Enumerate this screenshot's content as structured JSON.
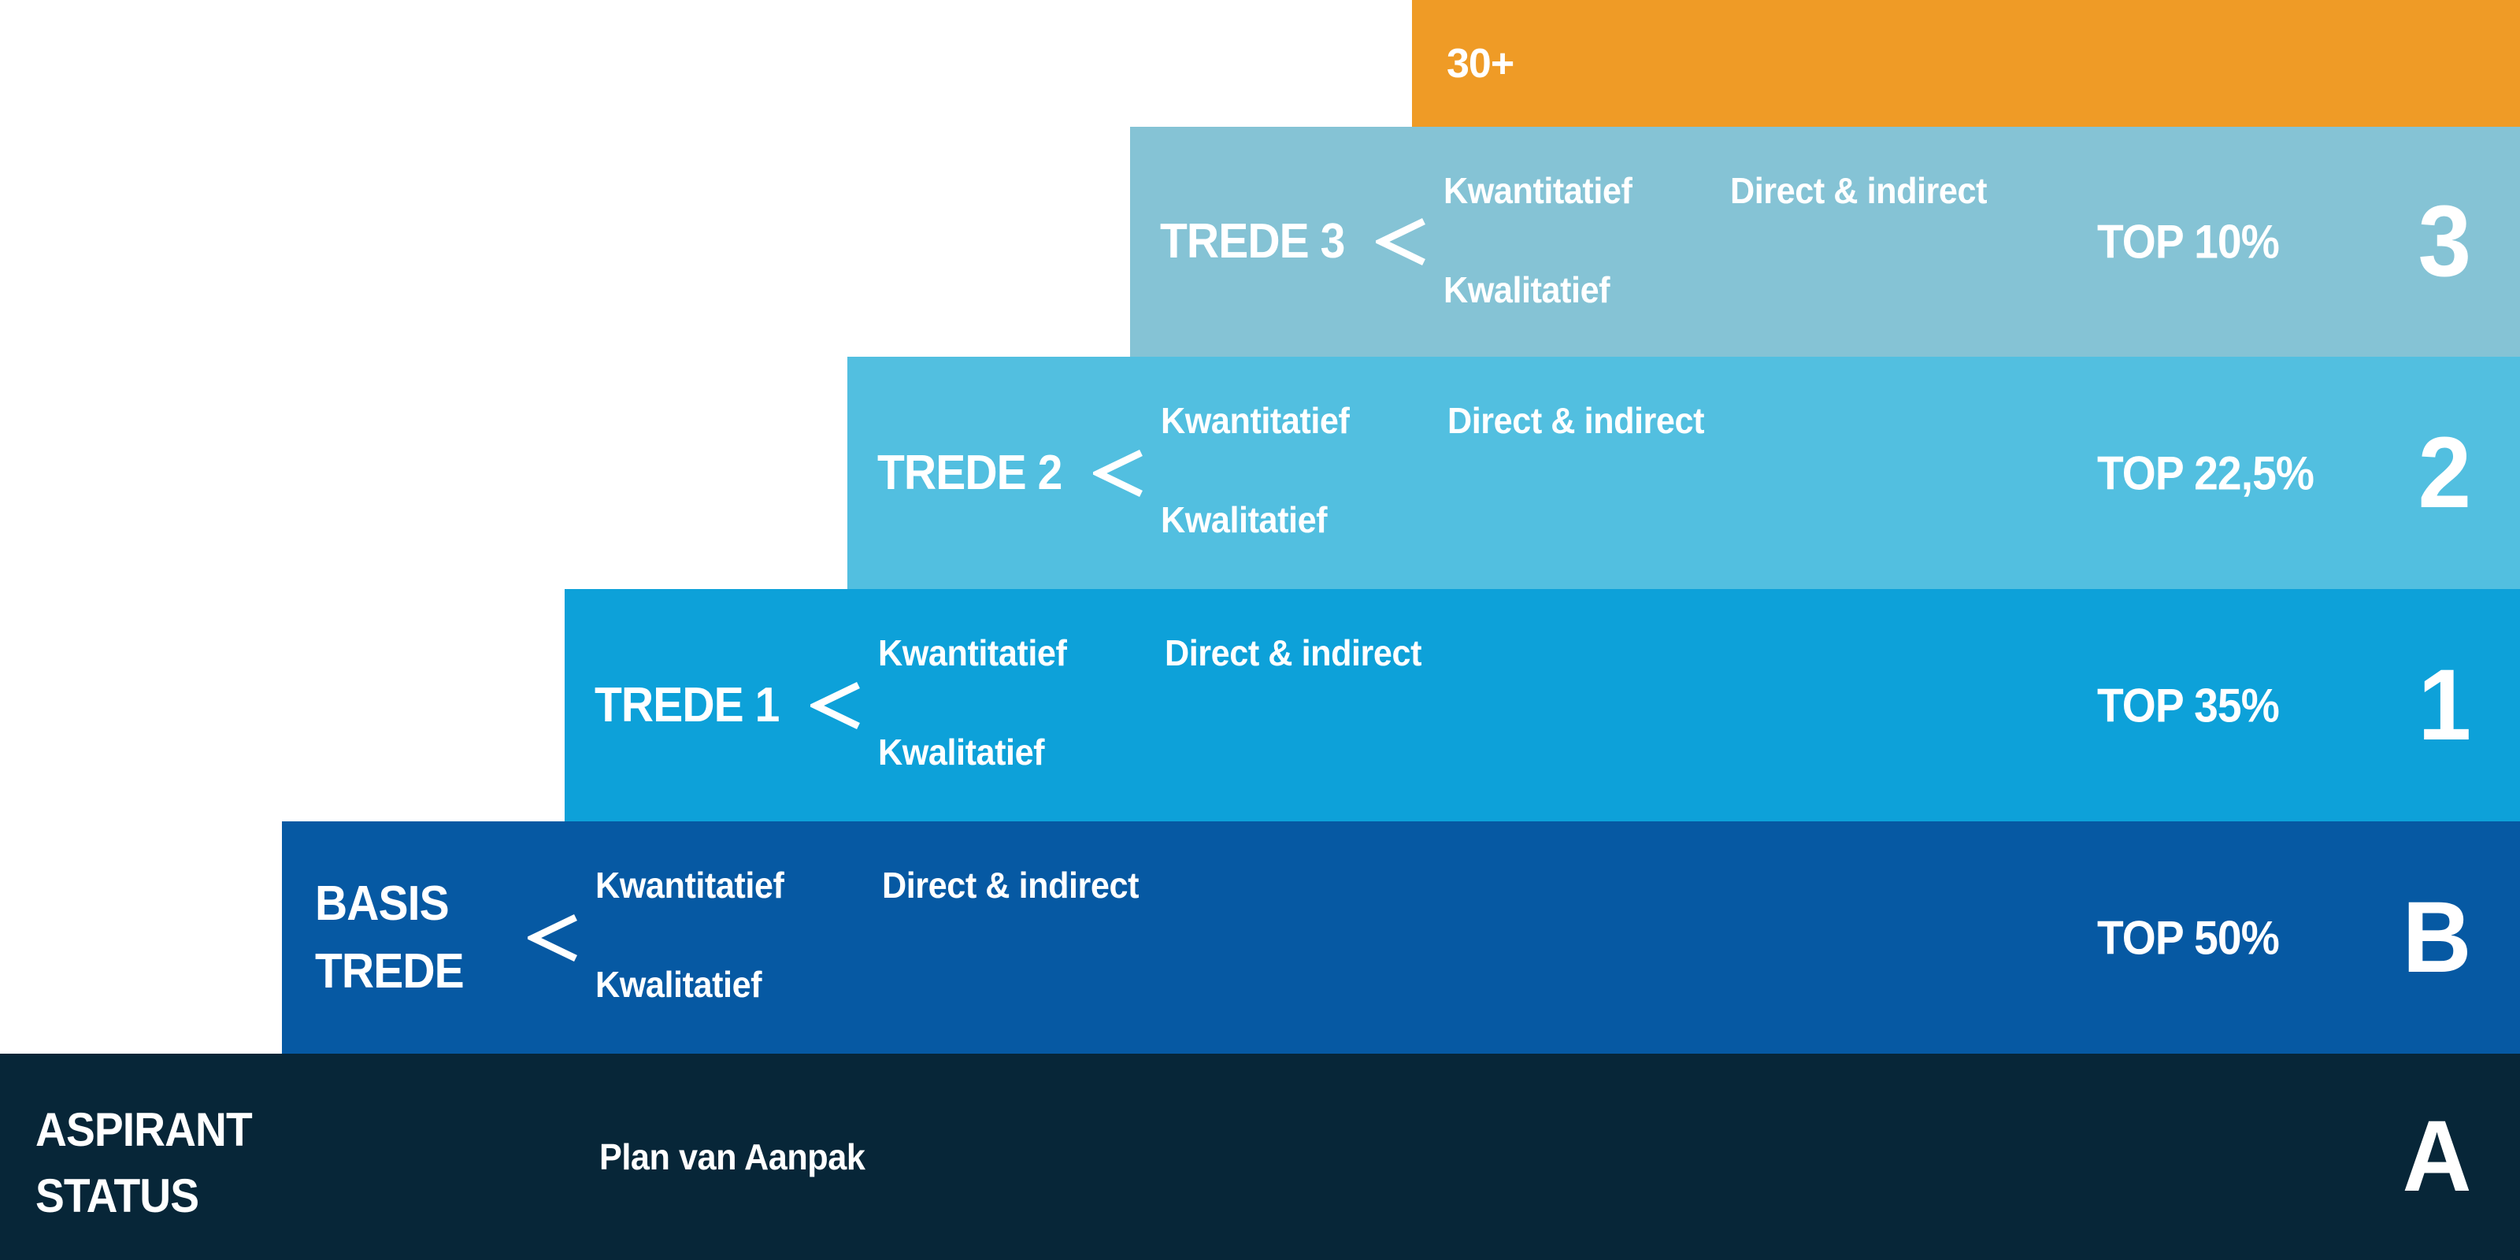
{
  "page": {
    "background_color": "#FFFFFF",
    "text_color": "#FFFFFF"
  },
  "ladder": {
    "top_bar": {
      "id": "30-plus",
      "label": "30+",
      "color": "#EF9B26"
    },
    "steps": [
      {
        "id": "trede-3",
        "title": "TREDE 3",
        "quantitative_label": "Kwantitatief",
        "qualitative_label": "Kwalitatief",
        "scope_label": "Direct & indirect",
        "top_percentage": "TOP 10%",
        "level_glyph": "3",
        "color": "#85C3D5"
      },
      {
        "id": "trede-2",
        "title": "TREDE 2",
        "quantitative_label": "Kwantitatief",
        "qualitative_label": "Kwalitatief",
        "scope_label": "Direct & indirect",
        "top_percentage": "TOP 22,5%",
        "level_glyph": "2",
        "color": "#52BFE0"
      },
      {
        "id": "trede-1",
        "title": "TREDE 1",
        "quantitative_label": "Kwantitatief",
        "qualitative_label": "Kwalitatief",
        "scope_label": "Direct & indirect",
        "top_percentage": "TOP 35%",
        "level_glyph": "1",
        "color": "#0DA1D9"
      },
      {
        "id": "basistrede",
        "title_line1": "BASIS",
        "title_line2": "TREDE",
        "quantitative_label": "Kwantitatief",
        "qualitative_label": "Kwalitatief",
        "scope_label": "Direct & indirect",
        "top_percentage": "TOP 50%",
        "level_glyph": "B",
        "color": "#0659A3"
      }
    ],
    "base_bar": {
      "id": "aspirant-status",
      "title_line1": "ASPIRANT",
      "title_line2": "STATUS",
      "plan_label": "Plan van Aanpak",
      "level_glyph": "A",
      "color": "#072638"
    }
  }
}
